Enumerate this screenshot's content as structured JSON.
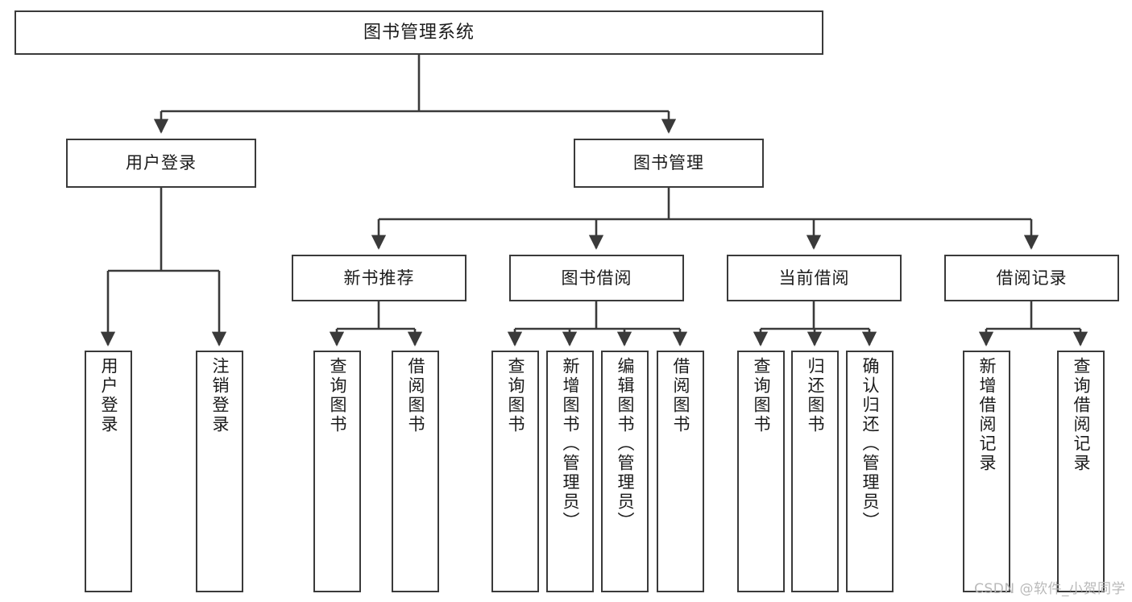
{
  "diagram": {
    "title": "图书管理系统",
    "type": "tree-hierarchy",
    "watermark": "CSDN @软件_小贺同学",
    "colors": {
      "stroke": "#3a3a3a",
      "fill": "#ffffff",
      "text": "#1b1b1b",
      "watermark": "#b9b9b9"
    },
    "nodes": {
      "root": {
        "label": "图书管理系统",
        "level": 0
      },
      "level1": [
        {
          "id": "user-login",
          "label": "用户登录"
        },
        {
          "id": "book-manage",
          "label": "图书管理"
        }
      ],
      "level2": [
        {
          "id": "new-book-recommend",
          "label": "新书推荐"
        },
        {
          "id": "book-borrow",
          "label": "图书借阅"
        },
        {
          "id": "current-borrow",
          "label": "当前借阅"
        },
        {
          "id": "borrow-record",
          "label": "借阅记录"
        }
      ],
      "leaves": {
        "user-login": [
          {
            "id": "leaf-user-login",
            "label": "用户登录"
          },
          {
            "id": "leaf-logout",
            "label": "注销登录"
          }
        ],
        "new-book-recommend": [
          {
            "id": "leaf-query-book-1",
            "label": "查询图书"
          },
          {
            "id": "leaf-borrow-book-1",
            "label": "借阅图书"
          }
        ],
        "book-borrow": [
          {
            "id": "leaf-query-book-2",
            "label": "查询图书"
          },
          {
            "id": "leaf-add-book",
            "label": "新增图书（管理员）"
          },
          {
            "id": "leaf-edit-book",
            "label": "编辑图书（管理员）"
          },
          {
            "id": "leaf-borrow-book-2",
            "label": "借阅图书"
          }
        ],
        "current-borrow": [
          {
            "id": "leaf-query-book-3",
            "label": "查询图书"
          },
          {
            "id": "leaf-return-book",
            "label": "归还图书"
          },
          {
            "id": "leaf-confirm-return",
            "label": "确认归还（管理员）"
          }
        ],
        "borrow-record": [
          {
            "id": "leaf-add-record",
            "label": "新增借阅记录"
          },
          {
            "id": "leaf-query-record",
            "label": "查询借阅记录"
          }
        ]
      }
    }
  }
}
